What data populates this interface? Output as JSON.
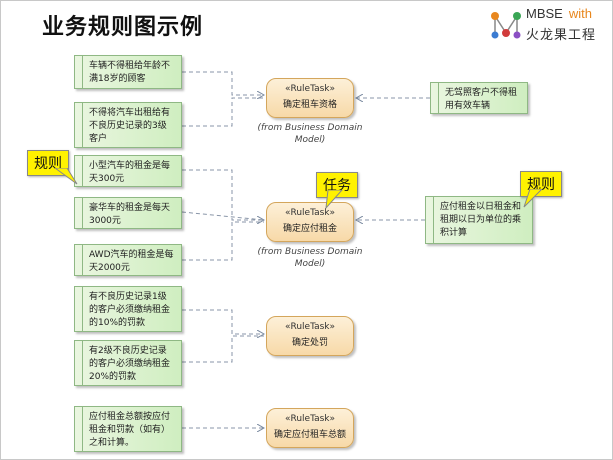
{
  "page": {
    "title": "业务规则图示例"
  },
  "logo": {
    "brand": "MBSE",
    "with": "with",
    "cn": "火龙果工程"
  },
  "notes": [
    {
      "text": "车辆不得租给年龄不满18岁的顾客"
    },
    {
      "text": "不得将汽车出租给有不良历史记录的3级客户"
    },
    {
      "text": "小型汽车的租金是每天300元"
    },
    {
      "text": "豪华车的租金是每天3000元"
    },
    {
      "text": "AWD汽车的租金是每天2000元"
    },
    {
      "text": "有不良历史记录1级的客户必须缴纳租金的10%的罚款"
    },
    {
      "text": "有2级不良历史记录的客户必须缴纳租金20%的罚款"
    },
    {
      "text": "应付租金总额按应付租金和罚款（如有）之和计算。"
    },
    {
      "text": "无驾照客户不得租用有效车辆"
    },
    {
      "text": "应付租金以日租金和租期以日为单位的乘积计算"
    }
  ],
  "tasks": [
    {
      "stereotype": "«RuleTask»",
      "name": "确定租车资格",
      "from": "(from Business Domain Model)"
    },
    {
      "stereotype": "«RuleTask»",
      "name": "确定应付租金",
      "from": "(from Business Domain Model)"
    },
    {
      "stereotype": "«RuleTask»",
      "name": "确定处罚"
    },
    {
      "stereotype": "«RuleTask»",
      "name": "确定应付租车总额"
    }
  ],
  "callouts": {
    "rule_left": "规则",
    "task": "任务",
    "rule_right": "规则"
  }
}
